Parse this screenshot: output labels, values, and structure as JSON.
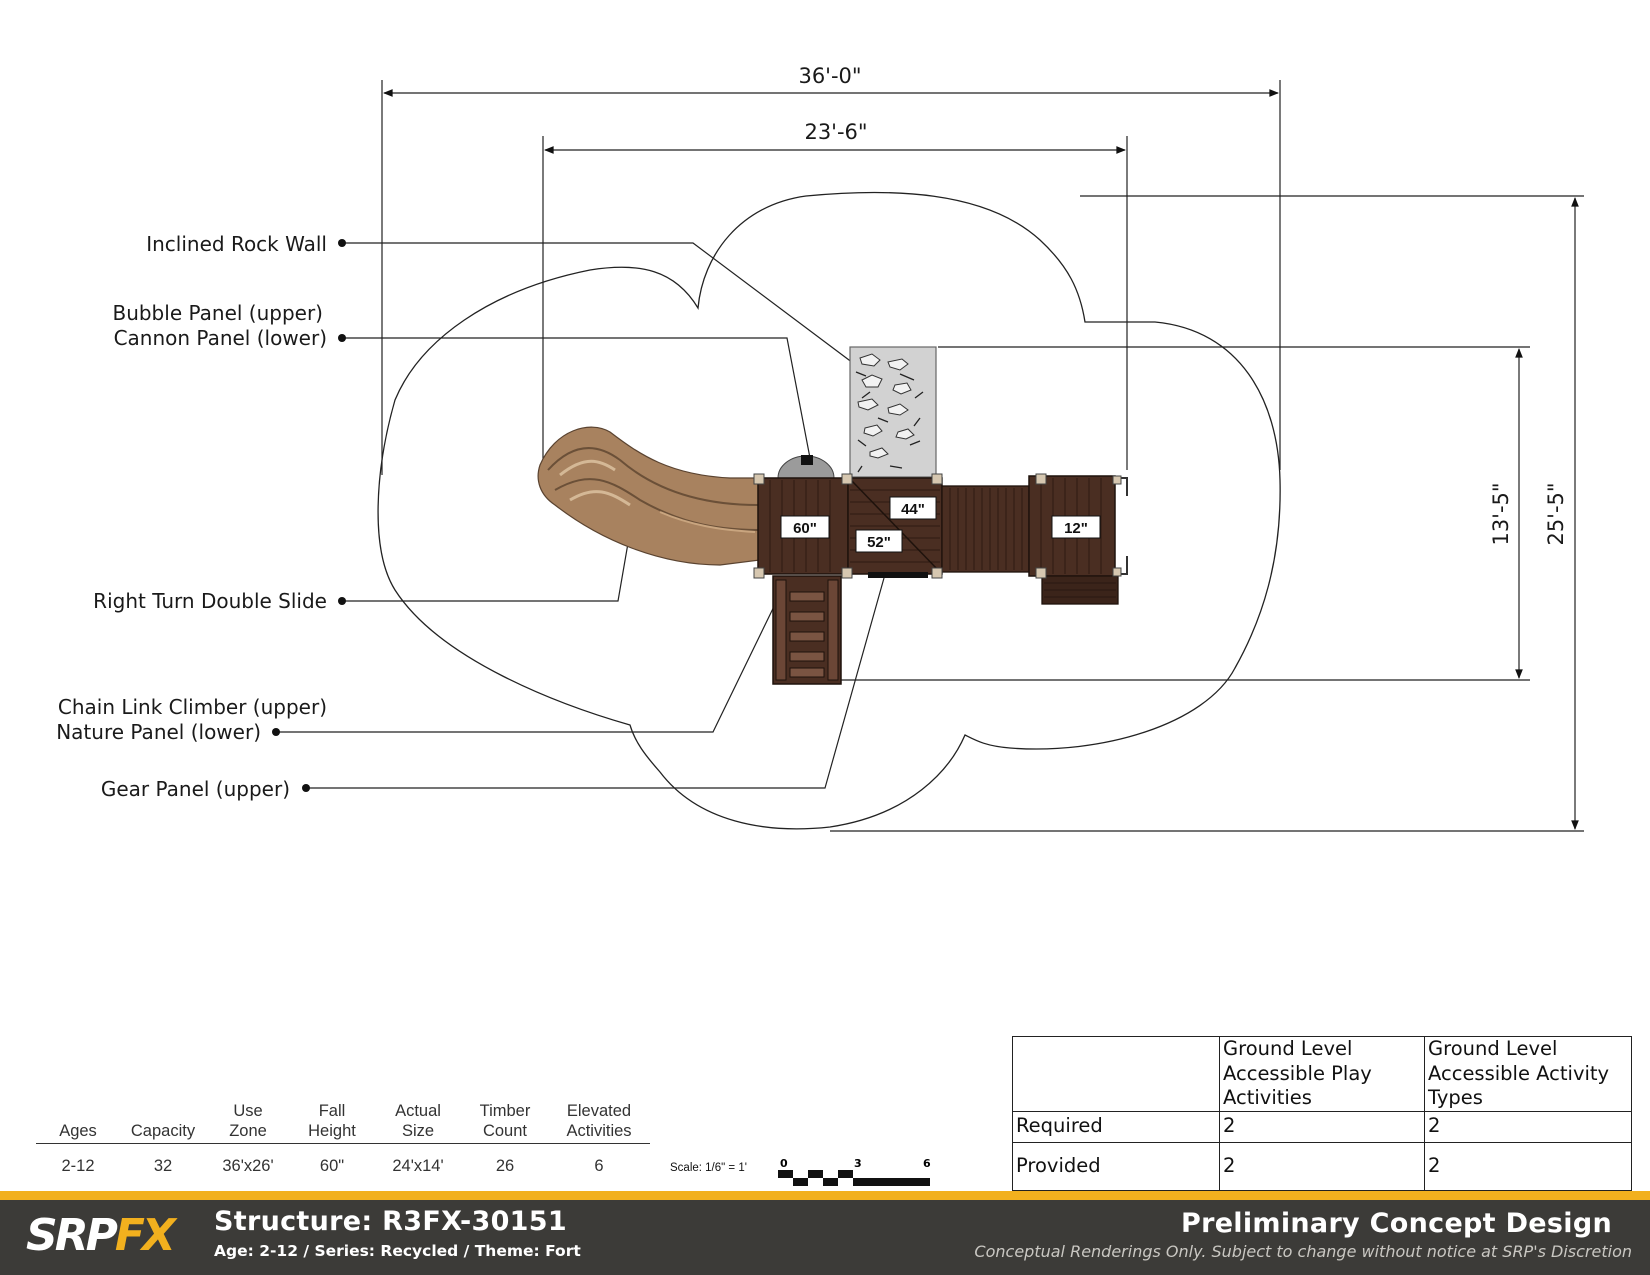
{
  "dimensions": {
    "overall_width": "36'-0\"",
    "structure_width": "23'-6\"",
    "structure_depth": "13'-5\"",
    "overall_depth": "25'-5\""
  },
  "callouts": {
    "rock_wall": "Inclined Rock Wall",
    "bubble_panel": "Bubble Panel (upper)",
    "cannon_panel": "Cannon Panel (lower)",
    "slide": "Right Turn Double Slide",
    "chain_climber": "Chain Link Climber (upper)",
    "nature_panel": "Nature Panel (lower)",
    "gear_panel": "Gear Panel (upper)"
  },
  "deck_heights": {
    "deck_a": "60\"",
    "deck_b": "52\"",
    "deck_c": "44\"",
    "deck_d": "12\""
  },
  "specs": {
    "headers": [
      {
        "line1": "",
        "line2": "Ages"
      },
      {
        "line1": "",
        "line2": "Capacity"
      },
      {
        "line1": "Use",
        "line2": "Zone"
      },
      {
        "line1": "Fall",
        "line2": "Height"
      },
      {
        "line1": "Actual",
        "line2": "Size"
      },
      {
        "line1": "Timber",
        "line2": "Count"
      },
      {
        "line1": "Elevated",
        "line2": "Activities"
      }
    ],
    "values": [
      "2-12",
      "32",
      "36'x26'",
      "60\"",
      "24'x14'",
      "26",
      "6"
    ]
  },
  "scale": {
    "label": "Scale: 1/6\" = 1'",
    "ticks": [
      "0",
      "3",
      "6"
    ]
  },
  "accessibility": {
    "col1_line1": "Ground Level",
    "col1_line2": "Accessible Play",
    "col1_line3": "Activities",
    "col2_line1": "Ground Level",
    "col2_line2": "Accessible Activity",
    "col2_line3": "Types",
    "rows": [
      {
        "label": "Required",
        "play": "2",
        "types": "2"
      },
      {
        "label": "Provided",
        "play": "2",
        "types": "2"
      }
    ]
  },
  "footer": {
    "logo_srp": "SRP",
    "logo_fx": "FX",
    "structure": "Structure: R3FX-30151",
    "subtitle": "Age: 2-12 / Series: Recycled / Theme: Fort",
    "title": "Preliminary Concept Design",
    "disclaimer": "Conceptual Renderings Only. Subject to change without notice at SRP's Discretion"
  },
  "colors": {
    "deck_wood": "#4a2e22",
    "slide_tan": "#a8825f",
    "rock_gray": "#d2d2d2",
    "brand_gold": "#f2b01e",
    "footer_bg": "#3c3b38"
  }
}
